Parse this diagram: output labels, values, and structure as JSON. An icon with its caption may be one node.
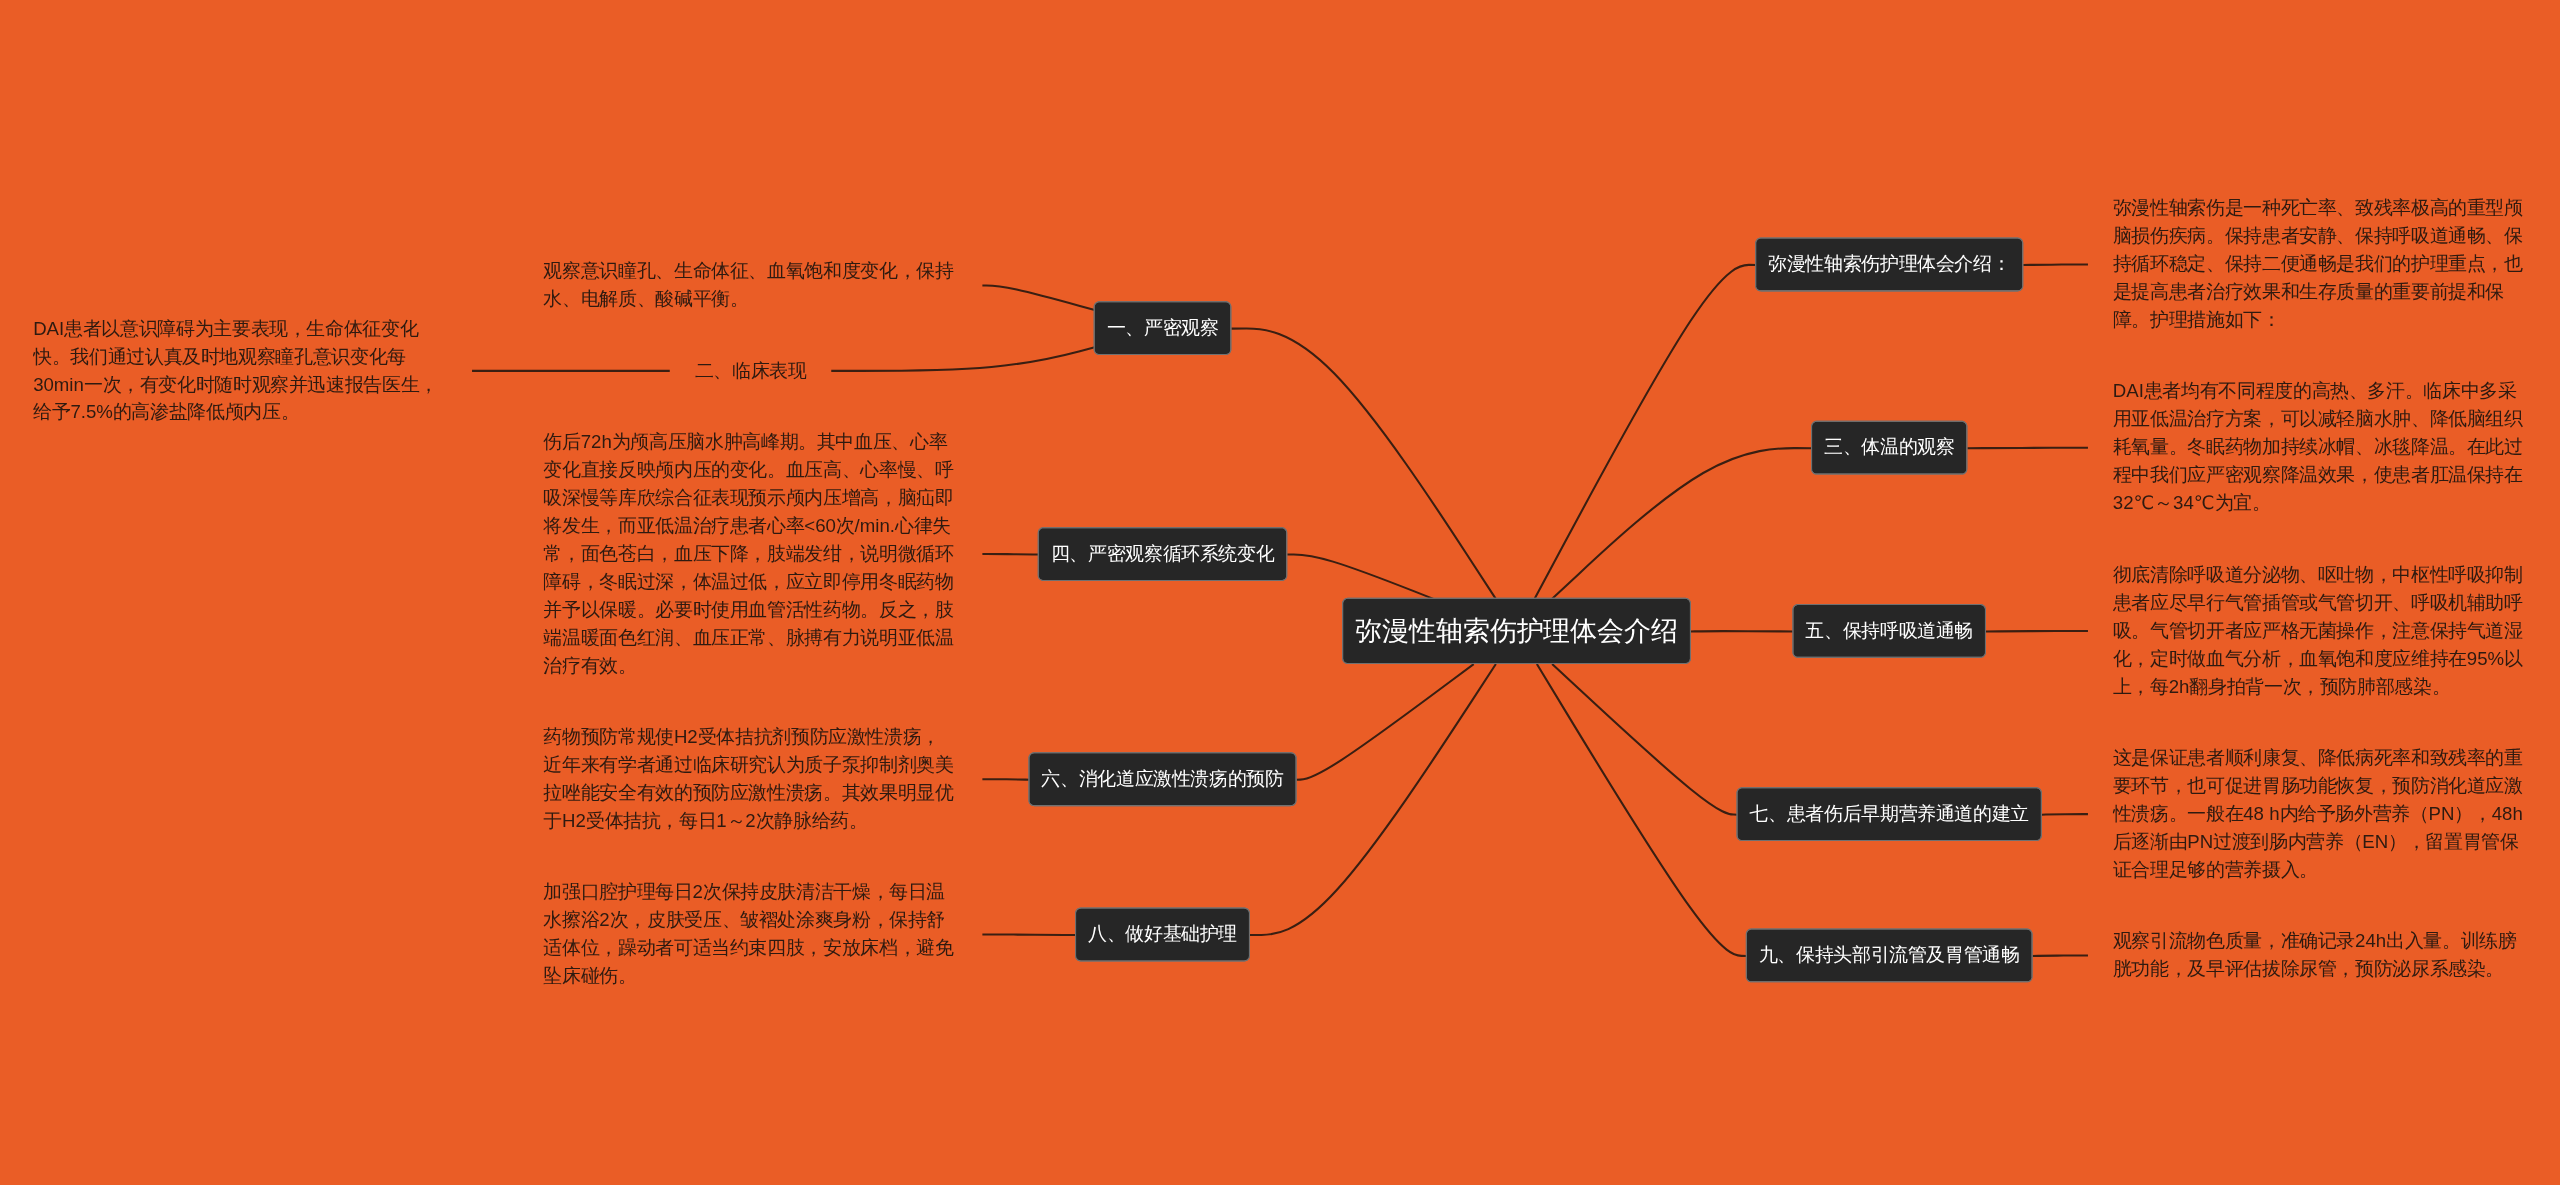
{
  "diagram": {
    "nodes": [
      {
        "text": [
          "弥漫性轴索伤护理体会介绍"
        ]
      },
      {
        "text": [
          "弥漫性轴索伤护理体会介绍："
        ]
      },
      {
        "text": [
          "弥漫性轴索伤是一种死亡率、致残率极高的重型颅脑损伤疾病。保持患者安静、保持呼吸道通畅、保持循环稳定、保持二便通畅是我们的护理重点，也是提高患者治疗效果和生存质量的重要前提和保障。护理措施如下："
        ]
      },
      {
        "text": [
          "一、严密观察"
        ]
      },
      {
        "text": [
          "观察意识瞳孔、生命体征、血氧饱和度变化，保持水、电解质、酸碱平衡。"
        ]
      },
      {
        "text": [
          "二、临床表现"
        ]
      },
      {
        "text": [
          "DAI患者以意识障碍为主要表现，生命体征变化快。我们通过认真及时地观察瞳孔意识变化每30min一次，有变化时随时观察并迅速报告医生，给予7.5%的高渗盐降低颅内压。"
        ]
      },
      {
        "text": [
          "三、体温的观察"
        ]
      },
      {
        "text": [
          "DAI患者均有不同程度的高热、多汗。临床中多采用亚低温治疗方案，可以减轻脑水肿、降低脑组织耗氧量。冬眠药物加持续冰帽、冰毯降温。在此过程中我们应严密观察降温效果，使患者肛温保持在32℃～34℃为宜。"
        ]
      },
      {
        "text": [
          "四、严密观察循环系统变化"
        ]
      },
      {
        "text": [
          "伤后72h为颅高压脑水肿高峰期。其中血压、心率变化直接反映颅内压的变化。血压高、心率慢、呼吸深慢等库欣综合征表现预示颅内压增高，脑疝即将发生，而亚低温治疗患者心率<60次/min.心律失常，面色苍白，血压下降，肢端发绀，说明微循环障碍，冬眠过深，体温过低，应立即停用冬眠药物并予以保暖。必要时使用血管活性药物。反之，肢端温暖面色红润、血压正常、脉搏有力说明亚低温治疗有效。"
        ]
      },
      {
        "text": [
          "五、保持呼吸道通畅"
        ]
      },
      {
        "text": [
          "彻底清除呼吸道分泌物、呕吐物，中枢性呼吸抑制患者应尽早行气管插管或气管切开、呼吸机辅助呼吸。气管切开者应严格无菌操作，注意保持气道湿化，定时做血气分析，血氧饱和度应维持在95%以上，每2h翻身拍背一次，预防肺部感染。"
        ]
      },
      {
        "text": [
          "六、消化道应激性溃疡的预防"
        ]
      },
      {
        "text": [
          "药物预防常规使H2受体拮抗剂预防应激性溃疡，近年来有学者通过临床研究认为质子泵抑制剂奥美拉唑能安全有效的预防应激性溃疡。其效果明显优于H2受体拮抗，每日1～2次静脉给药。"
        ]
      },
      {
        "text": [
          "七、患者伤后早期营养通道的建立"
        ]
      },
      {
        "text": [
          "这是保证患者顺利康复、降低病死率和致残率的重要环节，也可促进胃肠功能恢复，预防消化道应激性溃疡。一般在48 h内给予肠外营养（PN），48h后逐渐由PN过渡到肠内营养（EN），留置胃管保证合理足够的营养摄入。"
        ]
      },
      {
        "text": [
          "八、做好基础护理"
        ]
      },
      {
        "text": [
          "加强口腔护理每日2次保持皮肤清洁干燥，每日温水擦浴2次，皮肤受压、皱褶处涂爽身粉，保持舒适体位，躁动者可适当约束四肢，安放床档，避免坠床碰伤。"
        ]
      },
      {
        "text": [
          "九、保持头部引流管及胃管通畅"
        ]
      },
      {
        "text": [
          "观察引流物色质量，准确记录24h出入量。训练膀胱功能，及早评估拔除尿管，预防泌尿系感染。"
        ]
      }
    ],
    "edges": [
      {
        "from": 0,
        "to": 1,
        "arrow": "none"
      },
      {
        "from": 1,
        "to": 2,
        "arrow": "none"
      },
      {
        "from": 3,
        "to": 0,
        "arrow": "none"
      },
      {
        "from": 4,
        "to": 3,
        "arrow": "none"
      },
      {
        "from": 5,
        "to": 3,
        "arrow": "none"
      },
      {
        "from": 6,
        "to": 5,
        "arrow": "none"
      },
      {
        "from": 0,
        "to": 7,
        "arrow": "none"
      },
      {
        "from": 7,
        "to": 8,
        "arrow": "none"
      },
      {
        "from": 9,
        "to": 0,
        "arrow": "none"
      },
      {
        "from": 10,
        "to": 9,
        "arrow": "none"
      },
      {
        "from": 0,
        "to": 11,
        "arrow": "none"
      },
      {
        "from": 11,
        "to": 12,
        "arrow": "none"
      },
      {
        "from": 13,
        "to": 0,
        "arrow": "none"
      },
      {
        "from": 14,
        "to": 13,
        "arrow": "none"
      },
      {
        "from": 0,
        "to": 15,
        "arrow": "none"
      },
      {
        "from": 15,
        "to": 16,
        "arrow": "none"
      },
      {
        "from": 17,
        "to": 0,
        "arrow": "none"
      },
      {
        "from": 18,
        "to": 17,
        "arrow": "none"
      },
      {
        "from": 0,
        "to": 19,
        "arrow": "none"
      },
      {
        "from": 19,
        "to": 20,
        "arrow": "none"
      }
    ]
  }
}
